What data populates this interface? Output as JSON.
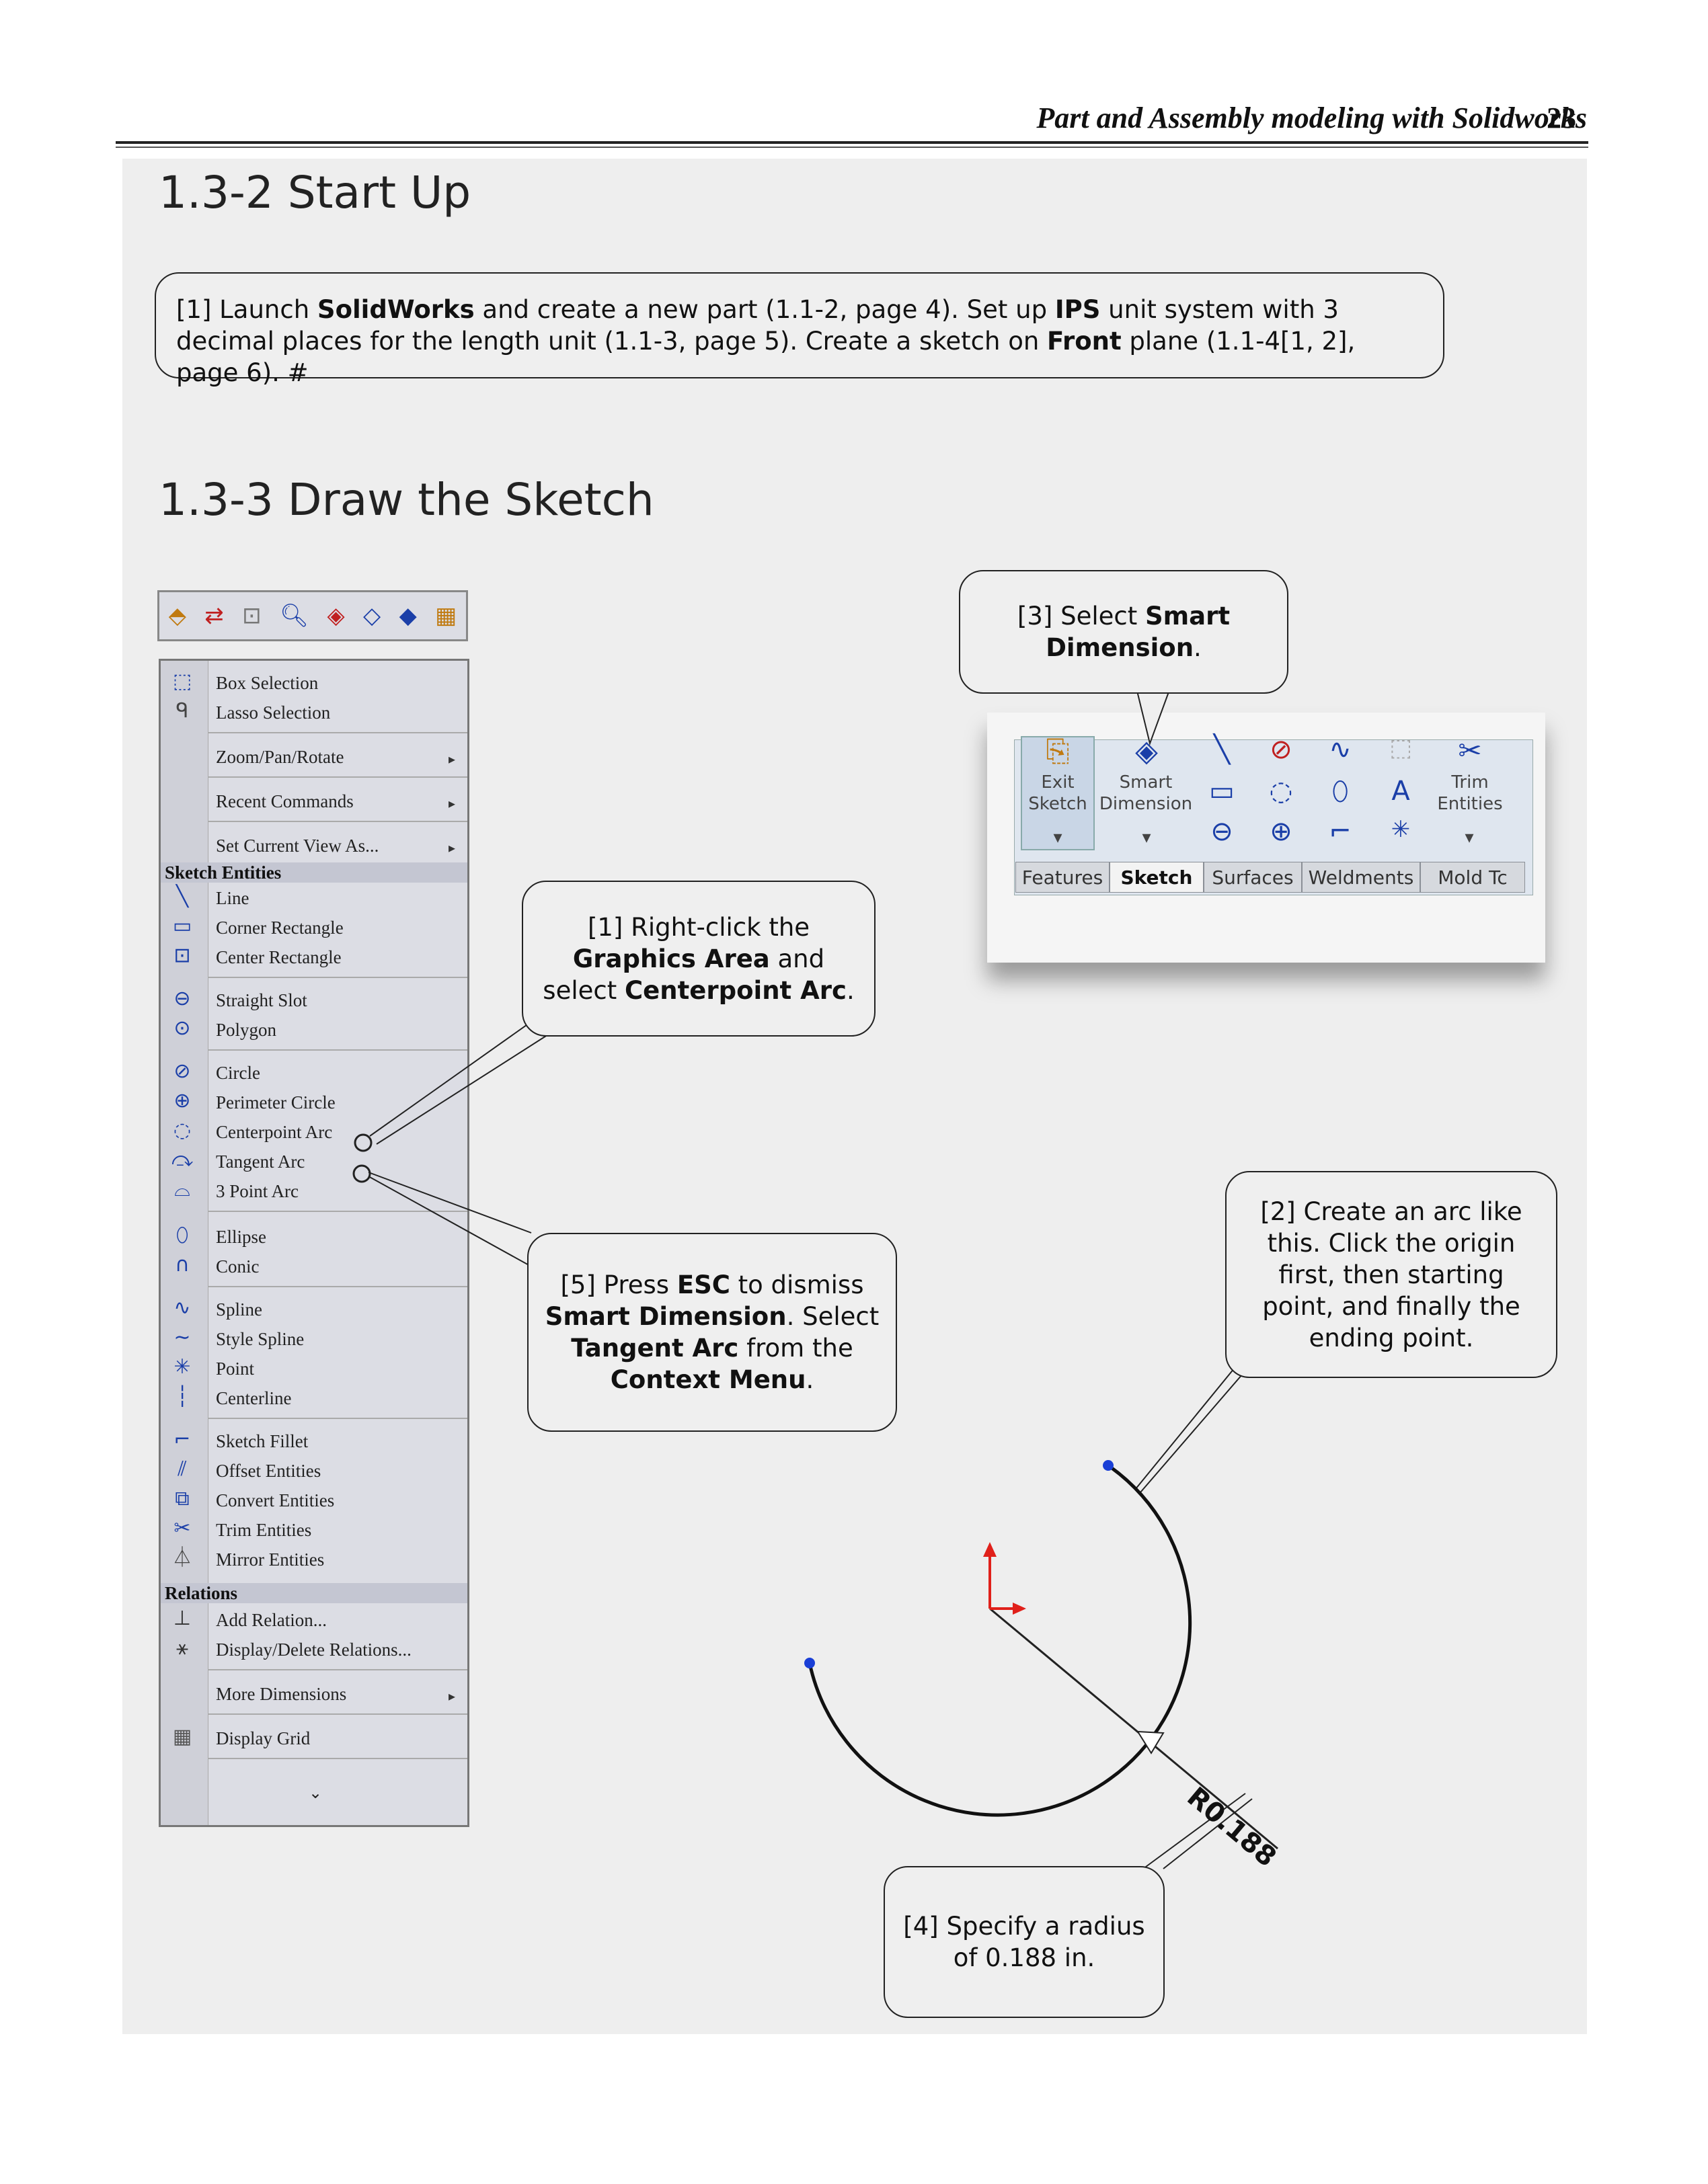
{
  "header": {
    "title": "Part and Assembly modeling with Solidworks",
    "page_number": "23"
  },
  "section1": {
    "heading": "1.3-2  Start Up"
  },
  "intro": {
    "s1": "[1] Launch ",
    "b1": "SolidWorks",
    "s2": " and create a new part (1.1-2, page 4).  Set up ",
    "b2": "IPS",
    "s3": " unit system with 3 decimal places for the length unit (1.1-3, page 5).  Create a sketch on ",
    "b3": "Front",
    "s4": " plane (1.1-4[1, 2], page 6). #"
  },
  "section2": {
    "heading": "1.3-3  Draw the Sketch"
  },
  "callouts": {
    "c1": {
      "s1": "[1] Right-click the ",
      "b1": "Graphics Area",
      "s2": " and select ",
      "b2": "Centerpoint Arc",
      "s3": "."
    },
    "c2": {
      "text": "[2] Create an arc like this. Click the origin first, then starting point, and finally the ending point."
    },
    "c3": {
      "s1": "[3] Select ",
      "b1": "Smart Dimension",
      "s2": "."
    },
    "c4": {
      "text": "[4] Specify a radius of 0.188 in."
    },
    "c5": {
      "s1": "[5] Press ",
      "b1": "ESC",
      "s2": " to dismiss ",
      "b2": "Smart Dimension",
      "s3": ". Select ",
      "b3": "Tangent Arc",
      "s4": " from the ",
      "b4": "Context Menu",
      "s5": "."
    }
  },
  "menu": {
    "items": {
      "box_selection": "Box Selection",
      "lasso_selection": "Lasso Selection",
      "zoom": "Zoom/Pan/Rotate",
      "recent": "Recent Commands",
      "set_view": "Set Current View As...",
      "line": "Line",
      "corner_rect": "Corner Rectangle",
      "center_rect": "Center Rectangle",
      "straight_slot": "Straight Slot",
      "polygon": "Polygon",
      "circle": "Circle",
      "perimeter_circle": "Perimeter Circle",
      "centerpoint_arc": "Centerpoint Arc",
      "tangent_arc": "Tangent Arc",
      "three_point_arc": "3 Point Arc",
      "ellipse": "Ellipse",
      "conic": "Conic",
      "spline": "Spline",
      "style_spline": "Style Spline",
      "point": "Point",
      "centerline": "Centerline",
      "sketch_fillet": "Sketch Fillet",
      "offset": "Offset Entities",
      "convert": "Convert Entities",
      "trim": "Trim Entities",
      "mirror": "Mirror Entities",
      "add_relation": "Add Relation...",
      "display_delete": "Display/Delete Relations...",
      "more_dimensions": "More Dimensions",
      "display_grid": "Display Grid"
    },
    "groups": {
      "sketch_entities": "Sketch Entities",
      "relations": "Relations"
    }
  },
  "ribbon": {
    "exit_sketch": "Exit Sketch",
    "smart_dimension": "Smart Dimension",
    "trim_entities": "Trim Entities",
    "tabs": [
      "Features",
      "Sketch",
      "Surfaces",
      "Weldments",
      "Mold Tc"
    ]
  },
  "sketch": {
    "dimension_label": "R0.188"
  },
  "colors": {
    "origin_x": "#e0201a",
    "origin_y": "#e0201a",
    "endpoint": "#1a3fd6",
    "icon": "#1b3fa8"
  }
}
